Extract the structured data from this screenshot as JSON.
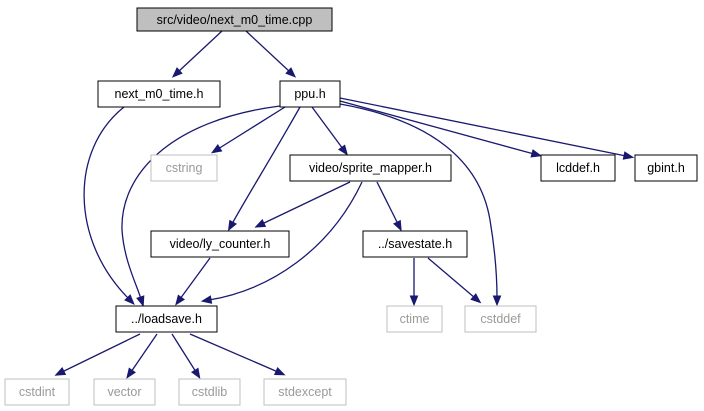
{
  "colors": {
    "edge": "#191970",
    "root_fill": "#bfbfbf",
    "external_border": "#bfbfbf",
    "external_text": "#9a9a9a"
  },
  "nodes": {
    "root": "src/video/next_m0_time.cpp",
    "next_m0_time_h": "next_m0_time.h",
    "ppu_h": "ppu.h",
    "cstring": "cstring",
    "sprite_mapper_h": "video/sprite_mapper.h",
    "lcddef_h": "lcddef.h",
    "gbint_h": "gbint.h",
    "ly_counter_h": "video/ly_counter.h",
    "savestate_h": "../savestate.h",
    "loadsave_h": "../loadsave.h",
    "ctime": "ctime",
    "cstddef": "cstddef",
    "cstdint": "cstdint",
    "vector": "vector",
    "cstdlib": "cstdlib",
    "stdexcept": "stdexcept"
  }
}
